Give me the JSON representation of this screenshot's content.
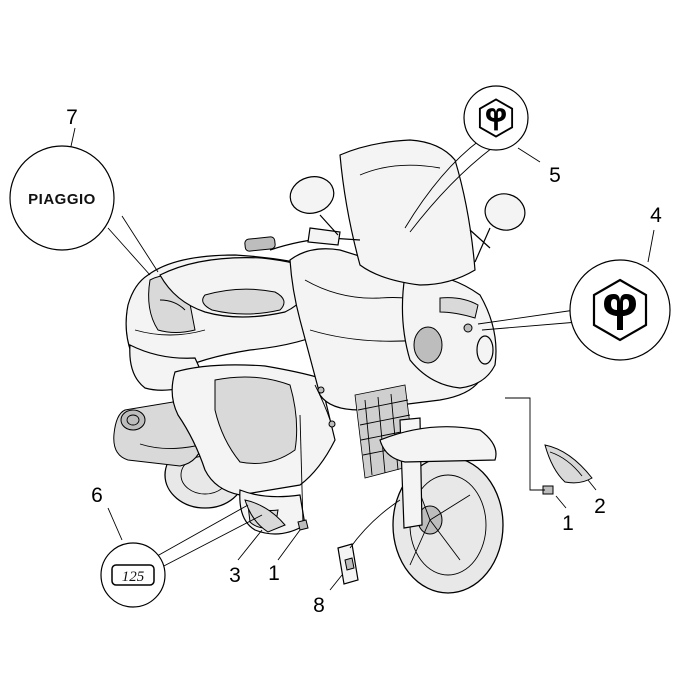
{
  "callouts": {
    "c1a": "1",
    "c1b": "1",
    "c2": "2",
    "c3": "3",
    "c4": "4",
    "c5": "5",
    "c6": "6",
    "c7": "7",
    "c8": "8"
  },
  "decals": {
    "brand_name": "PIAGGIO",
    "displacement_badge": "125"
  },
  "icons": {
    "emblem_small": "piaggio-hexagon-emblem-icon",
    "emblem_large": "piaggio-hexagon-emblem-icon",
    "scooter": "scooter-illustration"
  }
}
